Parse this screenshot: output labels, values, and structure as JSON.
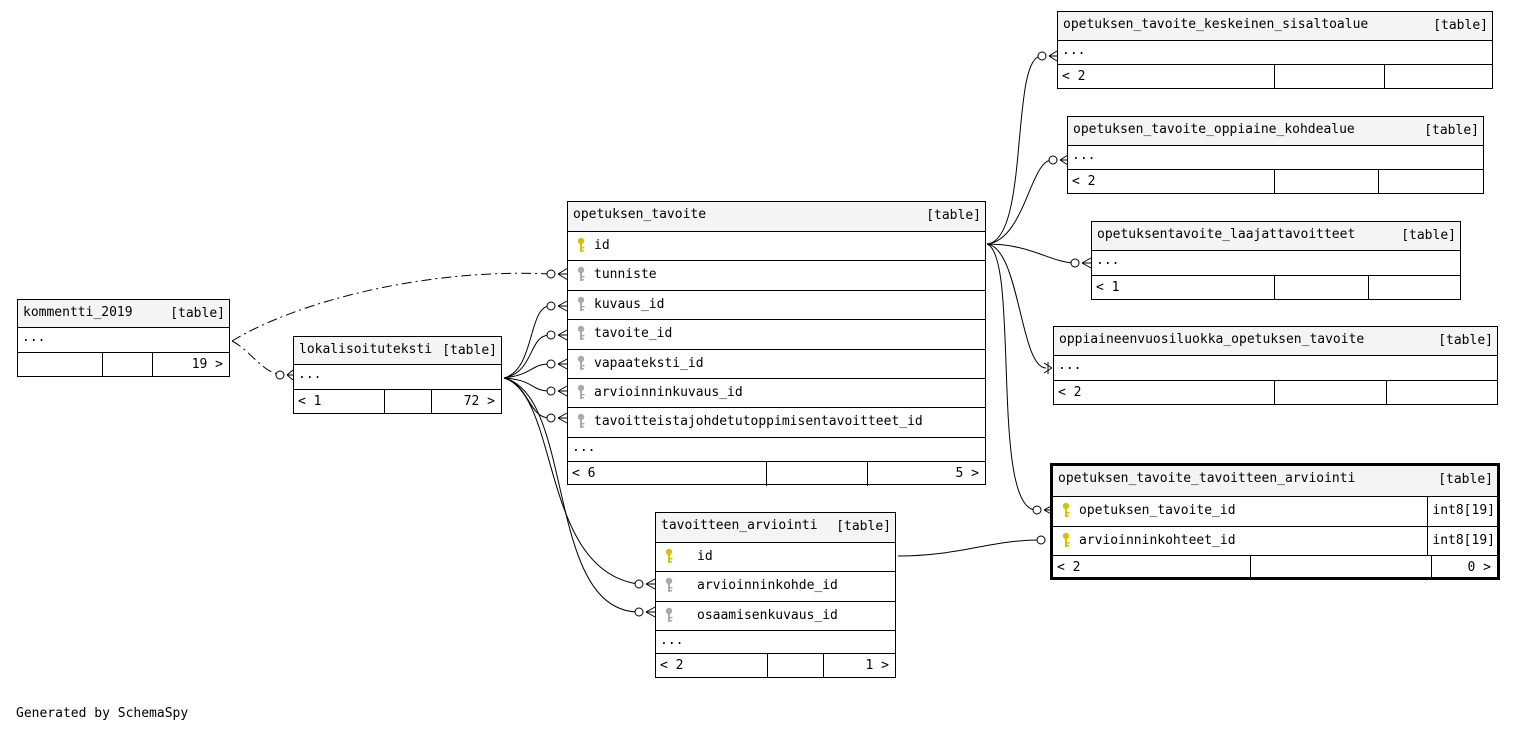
{
  "credit": "Generated by SchemaSpy",
  "key_colors": {
    "primary": "#d4c300",
    "foreign": "#aaaaaa"
  },
  "tables": {
    "kommentti": {
      "name": "kommentti_2019",
      "kind": "[table]",
      "more": "...",
      "children": "19 >"
    },
    "lokalisoituteksti": {
      "name": "lokalisoituteksti",
      "kind": "[table]",
      "more": "...",
      "parents": "< 1",
      "children": "72 >"
    },
    "opetuksen_tavoite": {
      "name": "opetuksen_tavoite",
      "kind": "[table]",
      "more": "...",
      "parents": "< 6",
      "children": "5 >",
      "columns": [
        {
          "name": "id",
          "key": "primary"
        },
        {
          "name": "tunniste",
          "key": "foreign"
        },
        {
          "name": "kuvaus_id",
          "key": "foreign"
        },
        {
          "name": "tavoite_id",
          "key": "foreign"
        },
        {
          "name": "vapaateksti_id",
          "key": "foreign"
        },
        {
          "name": "arvioinninkuvaus_id",
          "key": "foreign"
        },
        {
          "name": "tavoitteistajohdetutoppimisentavoitteet_id",
          "key": "foreign"
        }
      ]
    },
    "tavoitteen_arviointi": {
      "name": "tavoitteen_arviointi",
      "kind": "[table]",
      "more": "...",
      "parents": "< 2",
      "children": "1 >",
      "columns": [
        {
          "name": "id",
          "key": "primary"
        },
        {
          "name": "arvioinninkohde_id",
          "key": "foreign"
        },
        {
          "name": "osaamisenkuvaus_id",
          "key": "foreign"
        }
      ]
    },
    "ot_keskeinen": {
      "name": "opetuksen_tavoite_keskeinen_sisaltoalue",
      "kind": "[table]",
      "more": "...",
      "parents": "< 2"
    },
    "ot_kohdealue": {
      "name": "opetuksen_tavoite_oppiaine_kohdealue",
      "kind": "[table]",
      "more": "...",
      "parents": "< 2"
    },
    "ot_laaja": {
      "name": "opetuksentavoite_laajattavoitteet",
      "kind": "[table]",
      "more": "...",
      "parents": "< 1"
    },
    "ot_vuosiluokka": {
      "name": "oppiaineenvuosiluokka_opetuksen_tavoite",
      "kind": "[table]",
      "more": "...",
      "parents": "< 2"
    },
    "ot_arviointi": {
      "name": "opetuksen_tavoite_tavoitteen_arviointi",
      "kind": "[table]",
      "parents": "< 2",
      "children": "0 >",
      "columns": [
        {
          "name": "opetuksen_tavoite_id",
          "type": "int8[19]",
          "key": "primary"
        },
        {
          "name": "arvioinninkohteet_id",
          "type": "int8[19]",
          "key": "primary"
        }
      ]
    }
  }
}
